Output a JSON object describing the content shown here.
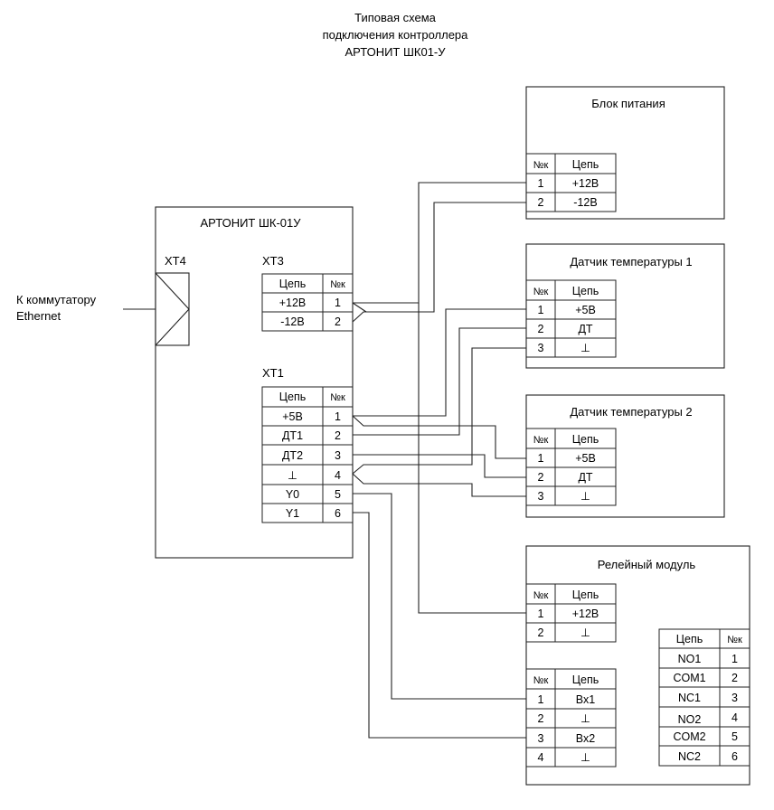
{
  "title": [
    "Типовая схема",
    "подключения контроллера",
    "АРТОНИТ ШК01-У"
  ],
  "controller": {
    "name": "АРТОНИТ ШК-01У",
    "xt4_label": "XT4",
    "xt3_label": "XT3",
    "xt1_label": "XT1",
    "col_circuit": "Цепь",
    "col_num": "№к",
    "xt3_rows": [
      {
        "circuit": "+12В",
        "num": "1"
      },
      {
        "circuit": "-12В",
        "num": "2"
      }
    ],
    "xt1_rows": [
      {
        "circuit": "+5В",
        "num": "1"
      },
      {
        "circuit": "ДТ1",
        "num": "2"
      },
      {
        "circuit": "ДТ2",
        "num": "3"
      },
      {
        "circuit": "⊥",
        "num": "4"
      },
      {
        "circuit": "Y0",
        "num": "5"
      },
      {
        "circuit": "Y1",
        "num": "6"
      }
    ]
  },
  "ethernet_label": [
    "К коммутатору",
    "Ethernet"
  ],
  "power": {
    "title": "Блок питания",
    "col_num": "№к",
    "col_circuit": "Цепь",
    "rows": [
      {
        "num": "1",
        "circuit": "+12В"
      },
      {
        "num": "2",
        "circuit": "-12В"
      }
    ]
  },
  "sensor1": {
    "title": "Датчик температуры 1",
    "col_num": "№к",
    "col_circuit": "Цепь",
    "rows": [
      {
        "num": "1",
        "circuit": "+5В"
      },
      {
        "num": "2",
        "circuit": "ДТ"
      },
      {
        "num": "3",
        "circuit": "⊥"
      }
    ]
  },
  "sensor2": {
    "title": "Датчик температуры 2",
    "col_num": "№к",
    "col_circuit": "Цепь",
    "rows": [
      {
        "num": "1",
        "circuit": "+5В"
      },
      {
        "num": "2",
        "circuit": "ДТ"
      },
      {
        "num": "3",
        "circuit": "⊥"
      }
    ]
  },
  "relay": {
    "title": "Релейный модуль",
    "col_num": "№к",
    "col_circuit": "Цепь",
    "power_rows": [
      {
        "num": "1",
        "circuit": "+12В"
      },
      {
        "num": "2",
        "circuit": "⊥"
      }
    ],
    "input_rows": [
      {
        "num": "1",
        "circuit": "Вх1"
      },
      {
        "num": "2",
        "circuit": "⊥"
      },
      {
        "num": "3",
        "circuit": "Вх2"
      },
      {
        "num": "4",
        "circuit": "⊥"
      }
    ],
    "output_rows": [
      {
        "circuit": "NO1",
        "num": "1"
      },
      {
        "circuit": "COM1",
        "num": "2"
      },
      {
        "circuit": "NC1",
        "num": "3"
      },
      {
        "circuit": "NO2",
        "num": "4"
      },
      {
        "circuit": "COM2",
        "num": "5"
      },
      {
        "circuit": "NC2",
        "num": "6"
      }
    ]
  }
}
